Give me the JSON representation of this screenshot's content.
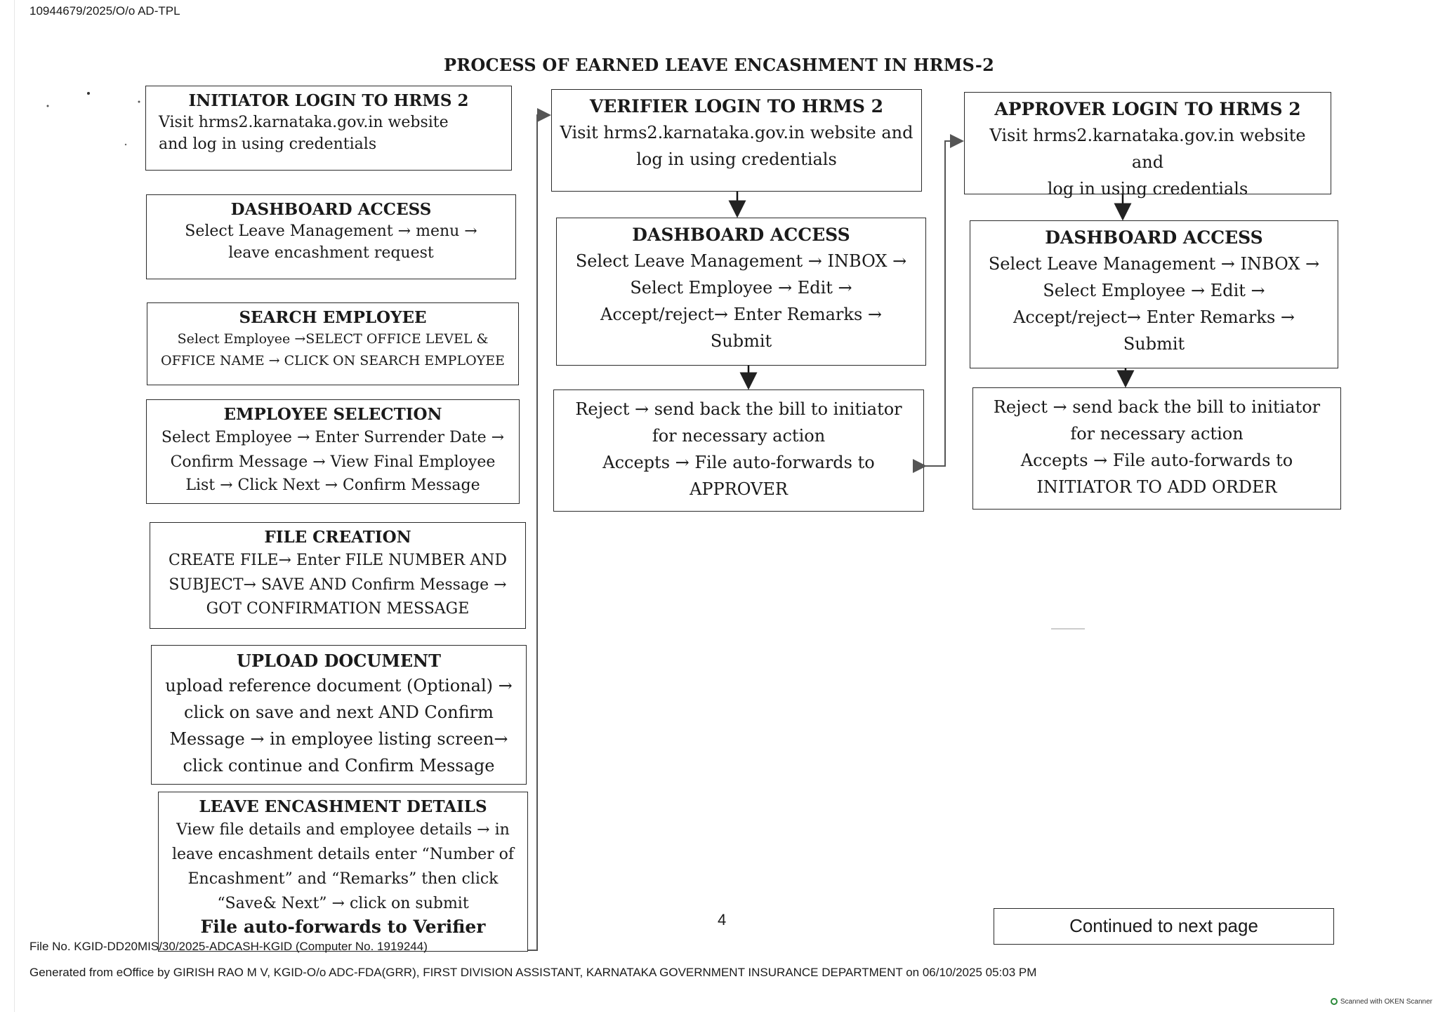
{
  "reference": "10944679/2025/O/o AD-TPL",
  "title": "PROCESS OF EARNED LEAVE ENCASHMENT IN HRMS-2",
  "initiator": [
    {
      "heading": "INITIATOR LOGIN TO HRMS 2",
      "lines": [
        "Visit hrms2.karnataka.gov.in website",
        "and log in using credentials"
      ]
    },
    {
      "heading": "DASHBOARD ACCESS",
      "lines": [
        "Select Leave Management → menu →",
        "leave encashment request"
      ]
    },
    {
      "heading": "SEARCH EMPLOYEE",
      "lines": [
        "Select Employee →SELECT OFFICE LEVEL &",
        "OFFICE NAME → CLICK ON SEARCH EMPLOYEE"
      ]
    },
    {
      "heading": "EMPLOYEE SELECTION",
      "lines": [
        "Select Employee → Enter Surrender Date →",
        "Confirm Message → View Final Employee",
        "List → Click Next → Confirm Message"
      ]
    },
    {
      "heading": "FILE CREATION",
      "lines": [
        "CREATE FILE→ Enter FILE NUMBER AND",
        "SUBJECT→ SAVE AND Confirm Message →",
        "GOT CONFIRMATION MESSAGE"
      ]
    },
    {
      "heading": "UPLOAD DOCUMENT",
      "lines": [
        "upload reference document (Optional) →",
        "click on save and next AND Confirm",
        "Message → in employee listing screen→",
        "click continue and Confirm Message"
      ]
    },
    {
      "heading": "LEAVE ENCASHMENT DETAILS",
      "lines": [
        "View file details and employee details → in",
        "leave encashment details enter “Number of",
        "Encashment” and “Remarks” then click",
        "“Save& Next” → click on submit"
      ],
      "final": "File auto-forwards to Verifier"
    }
  ],
  "verifier": [
    {
      "heading": "VERIFIER LOGIN TO HRMS 2",
      "lines": [
        "Visit hrms2.karnataka.gov.in website and",
        "log in using credentials"
      ]
    },
    {
      "heading": "DASHBOARD ACCESS",
      "lines": [
        "Select Leave Management → INBOX →",
        "Select Employee → Edit →",
        "Accept/reject→ Enter Remarks →",
        "Submit"
      ]
    },
    {
      "heading": "",
      "lines": [
        "Reject → send back the bill to initiator",
        "for necessary action",
        "Accepts → File auto-forwards to",
        "APPROVER"
      ]
    }
  ],
  "approver": [
    {
      "heading": "APPROVER LOGIN TO HRMS 2",
      "lines": [
        "Visit hrms2.karnataka.gov.in website and",
        "log in using credentials"
      ]
    },
    {
      "heading": "DASHBOARD ACCESS",
      "lines": [
        "Select Leave Management → INBOX →",
        "Select Employee → Edit →",
        "Accept/reject→ Enter Remarks →",
        "Submit"
      ]
    },
    {
      "heading": "",
      "lines": [
        "Reject → send back the bill to initiator",
        "for necessary action",
        "Accepts → File auto-forwards to",
        "INITIATOR TO ADD ORDER"
      ]
    }
  ],
  "page_number": "4",
  "continued": "Continued to next page",
  "file_no": "File No. KGID-DD20MIS/30/2025-ADCASH-KGID (Computer No. 1919244)",
  "generated": "Generated from eOffice by GIRISH RAO M V, KGID-O/o ADC-FDA(GRR), FIRST DIVISION ASSISTANT, KARNATAKA GOVERNMENT INSURANCE DEPARTMENT on 06/10/2025 05:03 PM",
  "scanner": "Scanned with OKEN Scanner"
}
